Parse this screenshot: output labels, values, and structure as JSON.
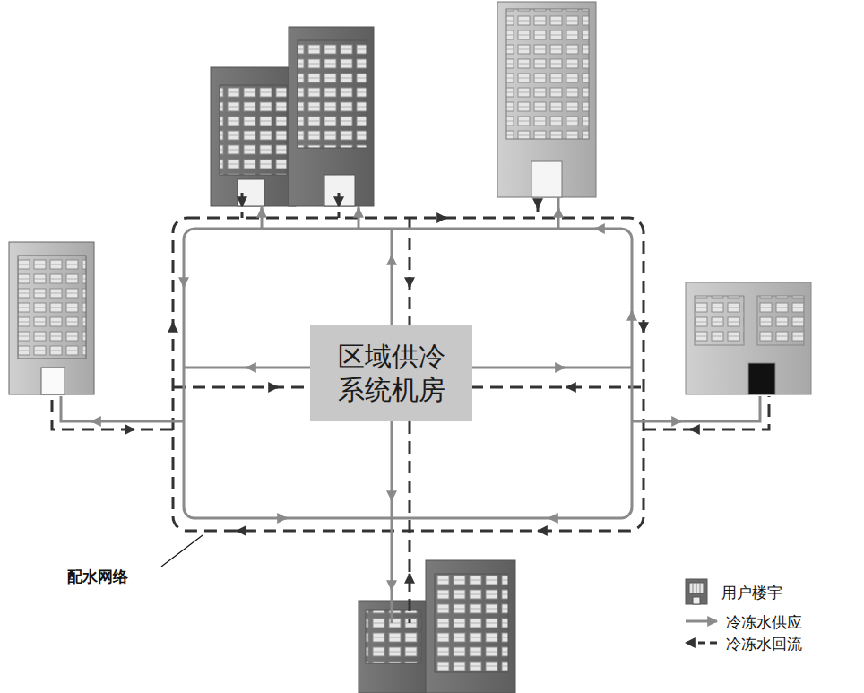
{
  "diagram": {
    "nodes": [
      {
        "text": [
          "区域供冷 系统机房"
        ]
      }
    ],
    "labels": [
      "配水网络"
    ],
    "legend": [
      {
        "text": "用户楼宇"
      },
      {
        "text": "冷冻水供应"
      },
      {
        "text": "冷冻水回流"
      }
    ]
  }
}
